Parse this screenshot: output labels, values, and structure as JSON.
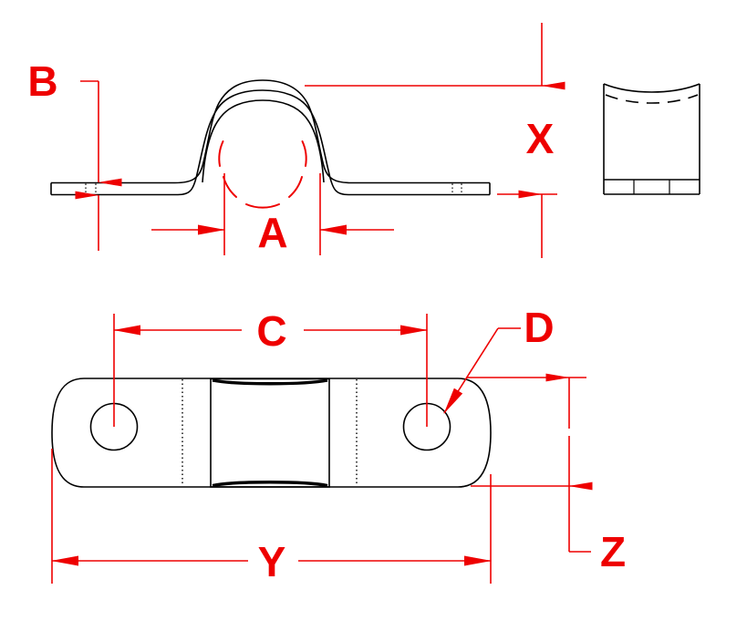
{
  "drawing": {
    "title": "Pipe saddle clamp dimensioned drawing",
    "background_color": "#ffffff",
    "line_color": "#000000",
    "dimension_color": "#ee0000",
    "views": [
      {
        "name": "front-elevation-view",
        "label": ""
      },
      {
        "name": "side-end-view",
        "label": ""
      },
      {
        "name": "plan-view",
        "label": ""
      }
    ]
  },
  "dimensions": {
    "a": {
      "label": "A",
      "name": "dimension-a",
      "description": "Saddle inside width across pipe bore, front view",
      "view": "front-elevation-view",
      "orientation": "horizontal",
      "arrows": "outside-inward"
    },
    "b": {
      "label": "B",
      "name": "dimension-b",
      "description": "Strap material thickness, front view",
      "view": "front-elevation-view",
      "orientation": "vertical",
      "arrows": "outside-inward"
    },
    "c": {
      "label": "C",
      "name": "dimension-c",
      "description": "Hole centre to hole centre spacing, plan view",
      "view": "plan-view",
      "orientation": "horizontal",
      "arrows": "inside-outward"
    },
    "d": {
      "label": "D",
      "name": "dimension-d",
      "description": "Mounting hole diameter, plan view leader note",
      "view": "plan-view",
      "orientation": "leader",
      "arrows": "leader-arrow"
    },
    "x": {
      "label": "X",
      "name": "dimension-x",
      "description": "Overall saddle height, front view",
      "view": "front-elevation-view",
      "orientation": "vertical",
      "arrows": "outside-inward"
    },
    "y": {
      "label": "Y",
      "name": "dimension-y",
      "description": "Overall strap length, plan view",
      "view": "plan-view",
      "orientation": "horizontal",
      "arrows": "inside-outward"
    },
    "z": {
      "label": "Z",
      "name": "dimension-z",
      "description": "Overall strap width, plan view",
      "view": "plan-view",
      "orientation": "vertical",
      "arrows": "inside-outward"
    }
  }
}
